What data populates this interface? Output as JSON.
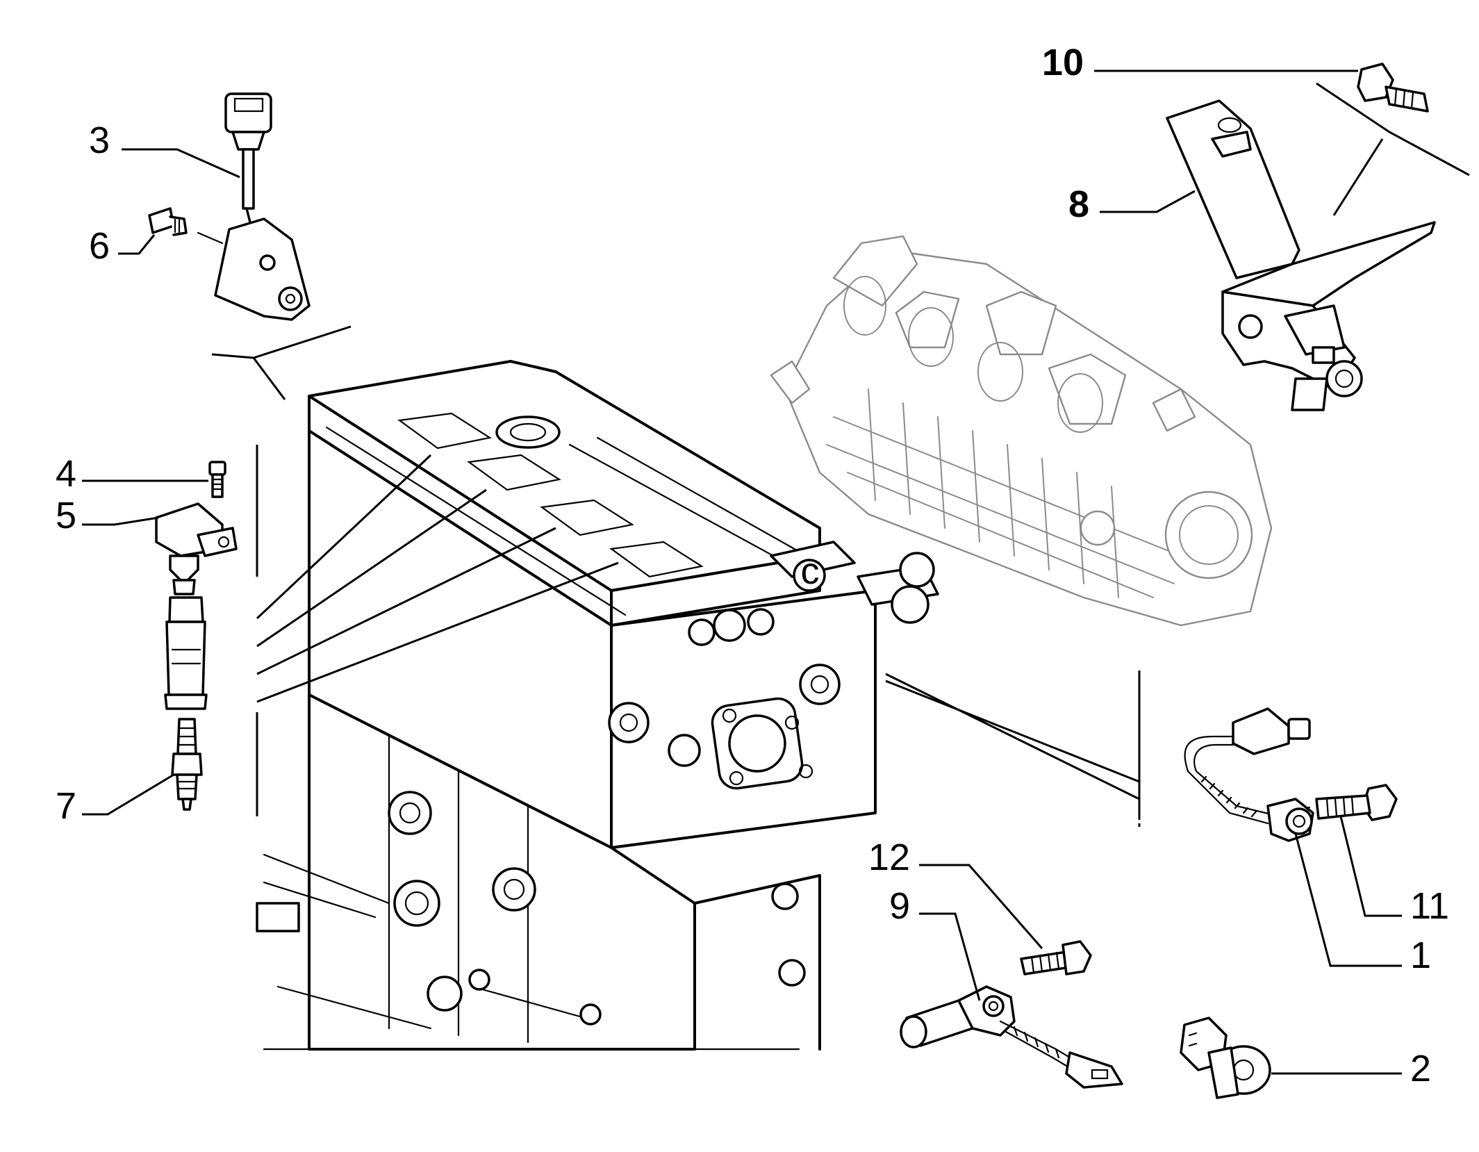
{
  "labels": {
    "1": "1",
    "2": "2",
    "3": "3",
    "4": "4",
    "5": "5",
    "6": "6",
    "7": "7",
    "8": "8",
    "9": "9",
    "10": "10",
    "11": "11",
    "12": "12"
  },
  "callout_letter": "c",
  "colors": {
    "line": "#000000",
    "ghost": "#8a8a8a",
    "background": "#ffffff"
  }
}
